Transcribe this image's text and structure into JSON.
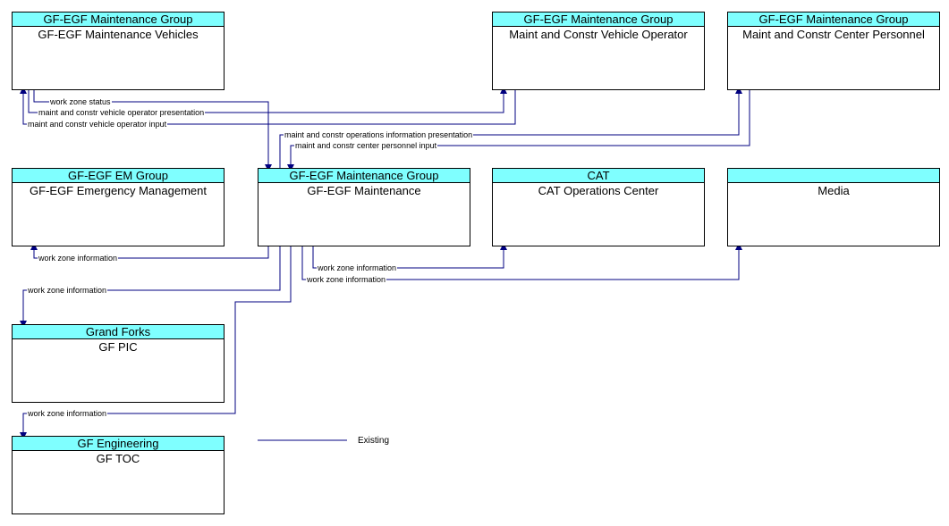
{
  "nodes": {
    "maint_vehicles": {
      "group": "GF-EGF Maintenance Group",
      "name": "GF-EGF Maintenance Vehicles"
    },
    "vehicle_operator": {
      "group": "GF-EGF Maintenance Group",
      "name": "Maint and Constr Vehicle Operator"
    },
    "center_personnel": {
      "group": "GF-EGF Maintenance Group",
      "name": "Maint and Constr Center Personnel"
    },
    "em": {
      "group": "GF-EGF EM Group",
      "name": "GF-EGF Emergency Management"
    },
    "maintenance": {
      "group": "GF-EGF Maintenance Group",
      "name": "GF-EGF Maintenance"
    },
    "cat": {
      "group": "CAT",
      "name": "CAT Operations Center"
    },
    "media": {
      "group": "",
      "name": "Media"
    },
    "gf_pic": {
      "group": "Grand Forks",
      "name": "GF PIC"
    },
    "gf_toc": {
      "group": "GF Engineering",
      "name": "GF TOC"
    }
  },
  "flows": {
    "work_zone_status": "work zone status",
    "vehicle_operator_presentation": "maint and constr vehicle operator presentation",
    "vehicle_operator_input": "maint and constr vehicle operator input",
    "operations_info_presentation": "maint and constr operations information presentation",
    "center_personnel_input": "maint and constr center personnel input",
    "wzi_em": "work zone information",
    "wzi_cat": "work zone information",
    "wzi_media": "work zone information",
    "wzi_pic": "work zone information",
    "wzi_toc": "work zone information"
  },
  "legend": {
    "existing": "Existing"
  },
  "colors": {
    "line": "#000080",
    "header": "#7fffff"
  }
}
